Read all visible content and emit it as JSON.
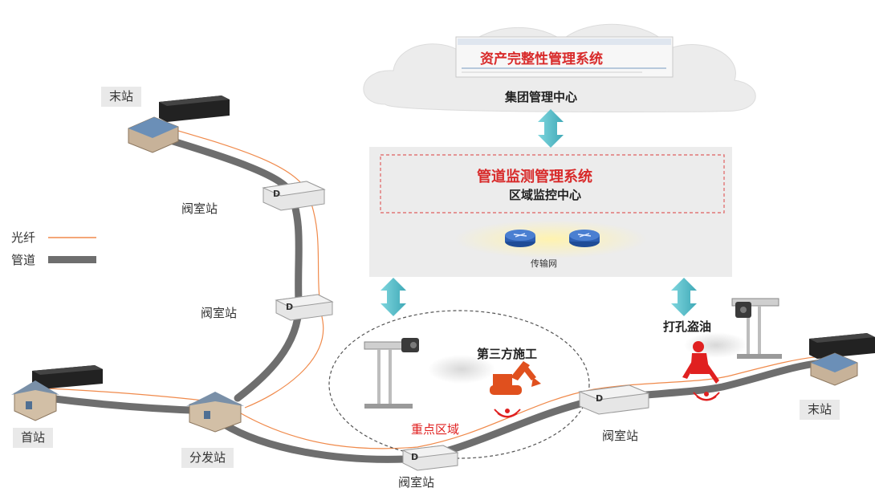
{
  "cloud": {
    "system_title": "资产完整性管理系统",
    "center_label": "集团管理中心"
  },
  "region": {
    "system_title": "管道监测管理系统",
    "center_label": "区域监控中心",
    "network_label": "传输网"
  },
  "legend": {
    "fiber_label": "光纤",
    "pipe_label": "管道",
    "fiber_color": "#f08a4b",
    "pipe_color": "#6e6e6e"
  },
  "stations": {
    "end_station_top": "末站",
    "end_station_right": "末站",
    "first_station": "首站",
    "branch_station": "分发站",
    "valve_1": "阀室站",
    "valve_2": "阀室站",
    "valve_3": "阀室站",
    "valve_4": "阀室站"
  },
  "events": {
    "third_party": "第三方施工",
    "key_area": "重点区域",
    "drill_theft": "打孔盗油"
  },
  "valve_mark": "D",
  "colors": {
    "accent_red": "#d82a2a",
    "arrow_teal": "#5bc3cf",
    "router_blue": "#2d5fb3",
    "panel_gray": "#ececec"
  }
}
